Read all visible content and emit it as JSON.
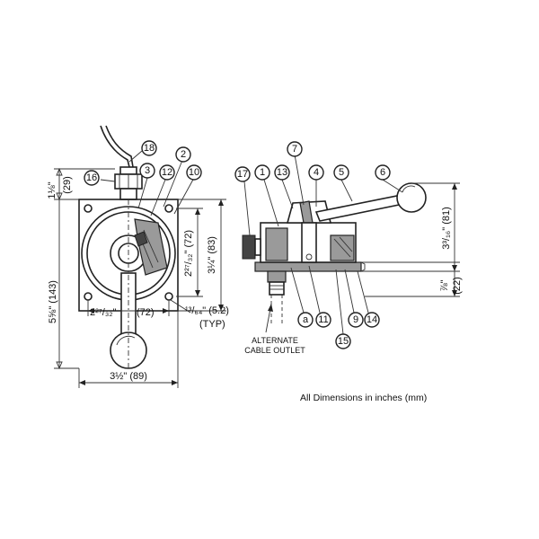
{
  "dimensions": {
    "top_height_in": "1⅛\"",
    "top_height_mm": "(29)",
    "total_height_in": "5⅝\" (143)",
    "hole_spacing_v_in": "2²⁷/₃₂\" (72)",
    "body_height_in": "3¼\" (83)",
    "hole_spacing_h_in": "2²⁷/₃₂\"",
    "hole_spacing_h_mm": "(72)",
    "hole_dia": "¹³/₆₄\" (5.2)",
    "hole_typ": "(TYP)",
    "width": "3½\" (89)",
    "handle_height": "3³/₁₆\" (81)",
    "base_height": "⅞\"",
    "base_height_mm": "(22)"
  },
  "callouts": [
    "18",
    "16",
    "3",
    "12",
    "2",
    "10",
    "17",
    "1",
    "13",
    "7",
    "4",
    "5",
    "6",
    "a",
    "11",
    "15",
    "9",
    "14"
  ],
  "notes": {
    "alternate_line1": "ALTERNATE",
    "alternate_line2": "CABLE OUTLET"
  },
  "footer": "All Dimensions in inches (mm)"
}
